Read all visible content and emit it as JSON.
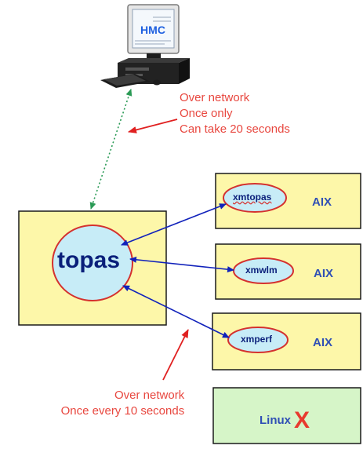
{
  "hmc": {
    "label": "HMC"
  },
  "topas_box": {
    "label": "topas"
  },
  "aix_boxes": [
    {
      "tool": "xmtopas",
      "os": "AIX"
    },
    {
      "tool": "xmwlm",
      "os": "AIX"
    },
    {
      "tool": "xmperf",
      "os": "AIX"
    }
  ],
  "linux_box": {
    "os": "Linux",
    "mark": "X"
  },
  "note_hmc": {
    "lines": [
      "Over network",
      "Once only",
      "Can take 20 seconds"
    ]
  },
  "note_aix": {
    "lines": [
      "Over network",
      "Once every 10 seconds"
    ]
  },
  "colors": {
    "box_yellow": "#fdf7a9",
    "box_green": "#d6f5c8",
    "ellipse_fill": "#c7ecf7",
    "ellipse_stroke": "#d4312f",
    "arrow_blue": "#1122bb",
    "arrow_red": "#e02020",
    "link_green": "#2a9a55",
    "note_red": "#e8473f"
  }
}
